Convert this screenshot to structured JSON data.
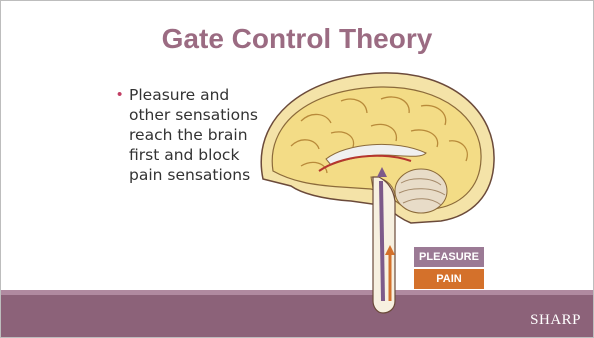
{
  "slide": {
    "title": "Gate Control Theory",
    "bullet_text": "Pleasure and other sensations reach the brain first and block pain sensations",
    "bullet_lines": [
      "Pleasure and",
      "other sensations",
      "reach the brain",
      "first and block",
      "pain sensations"
    ]
  },
  "legend": {
    "pleasure_label": "PLEASURE",
    "pain_label": "PAIN"
  },
  "footer": {
    "logo_text": "SHARP"
  },
  "colors": {
    "title": "#9b6b82",
    "bullet_dot": "#c23f64",
    "footer_band": "#8c6279",
    "pleasure": "#9b7a95",
    "pain": "#d4712b",
    "brain": "#f3dc86"
  }
}
